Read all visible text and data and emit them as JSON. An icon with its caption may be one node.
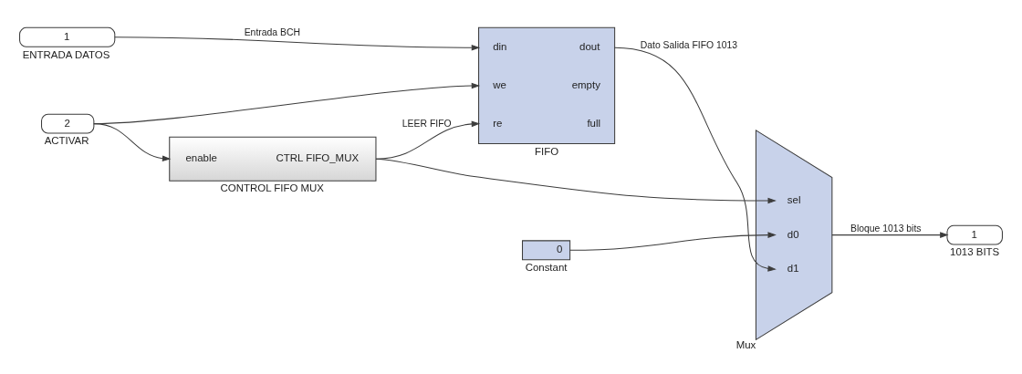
{
  "diagram": {
    "nodes": [
      {
        "text": [
          "1",
          "ENTRADA DATOS"
        ]
      },
      {
        "text": [
          "2",
          "ACTIVAR"
        ]
      },
      {
        "text": [
          "enable",
          "CTRL FIFO_MUX",
          "CONTROL FIFO MUX"
        ]
      },
      {
        "text": [
          "0",
          "Constant"
        ]
      },
      {
        "text": [
          "din",
          "dout",
          "we",
          "empty",
          "re",
          "full",
          "FIFO"
        ]
      },
      {
        "text": [
          "Mux",
          "sel",
          "d0",
          "d1"
        ]
      },
      {
        "text": [
          "1",
          "1013 BITS"
        ]
      }
    ],
    "edges": [
      {
        "from": 0,
        "to": 4,
        "arrow": "to",
        "label": "Entrada BCH"
      },
      {
        "from": 1,
        "to": 4,
        "arrow": "to"
      },
      {
        "from": 1,
        "to": 2,
        "arrow": "to"
      },
      {
        "from": 2,
        "to": 4,
        "arrow": "to",
        "label": "LEER FIFO"
      },
      {
        "from": 2,
        "to": 5,
        "arrow": "to"
      },
      {
        "from": 3,
        "to": 5,
        "arrow": "to"
      },
      {
        "from": 4,
        "to": 5,
        "arrow": "to",
        "label": "Dato Salida FIFO 1013"
      },
      {
        "from": 5,
        "to": 6,
        "arrow": "to",
        "label": "Bloque 1013 bits"
      }
    ]
  }
}
